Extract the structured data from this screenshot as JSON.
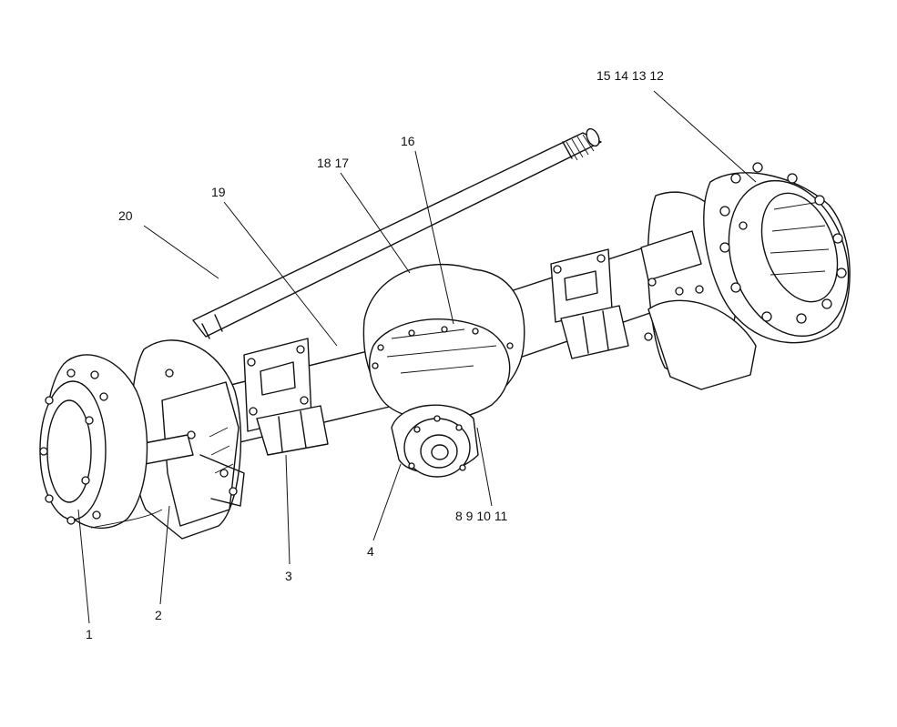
{
  "labels": {
    "l1": "1",
    "l2": "2",
    "l3": "3",
    "l4": "4",
    "l8_11": "8  9  10  11",
    "l12_15": "15  14  13  12",
    "l16": "16",
    "l17_18": "18  17",
    "l19": "19",
    "l20": "20"
  }
}
